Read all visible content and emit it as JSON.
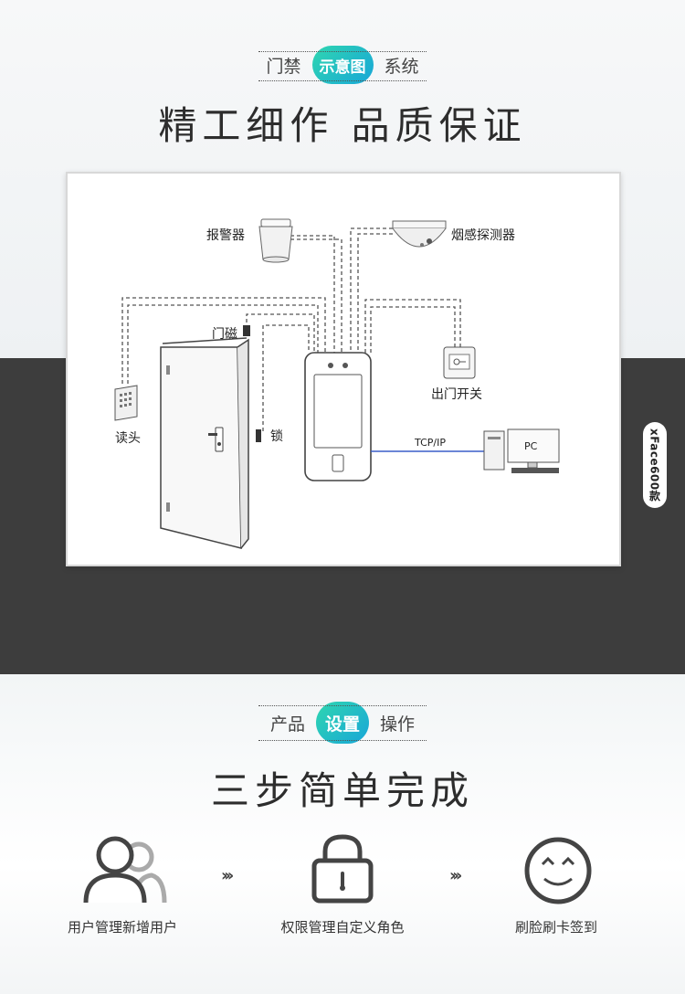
{
  "section1": {
    "tag_left": "门禁",
    "tag_pill": "示意图",
    "tag_right": "系统",
    "headline": "精工细作 品质保证"
  },
  "diagram": {
    "alarm": "报警器",
    "smoke_detector": "烟感探测器",
    "door_sensor": "门磁",
    "exit_button": "出门开关",
    "reader": "读头",
    "lock": "锁",
    "network": "TCP/IP",
    "pc": "PC"
  },
  "side_tag": "xFace600款",
  "section2": {
    "tag_left": "产品",
    "tag_pill": "设置",
    "tag_right": "操作",
    "headline": "三步简单完成"
  },
  "steps": [
    {
      "icon": "users-icon",
      "label": "用户管理新增用户"
    },
    {
      "icon": "lock-icon",
      "label": "权限管理自定义角色"
    },
    {
      "icon": "smile-face-icon",
      "label": "刷脸刷卡签到"
    }
  ],
  "colors": {
    "pill_start": "#2fd6b0",
    "pill_end": "#18a6d8",
    "dark_band": "#3d3d3d",
    "network_line": "#3a5fc8"
  }
}
